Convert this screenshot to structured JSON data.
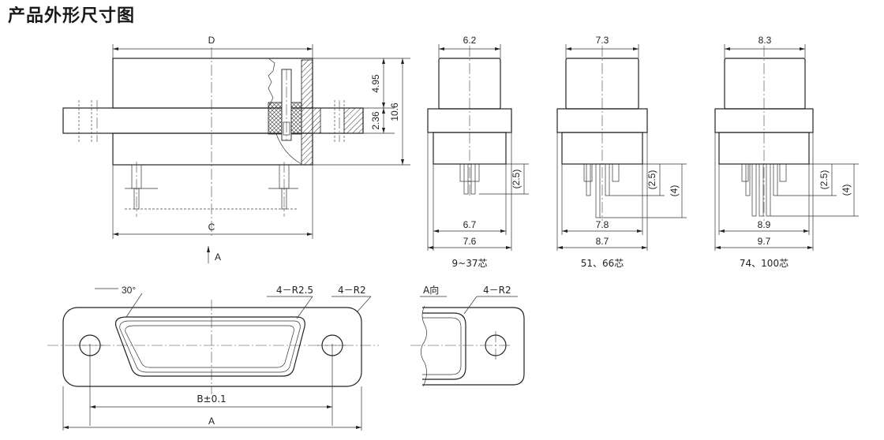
{
  "title": "产品外形尺寸图",
  "front": {
    "dim_top": "D",
    "dim_bottom": "C",
    "dim_495": "4.95",
    "dim_236": "2.36",
    "dim_106": "10.6",
    "view_arrow": "A"
  },
  "side_views": [
    {
      "top": "6.2",
      "mid": "6.7",
      "bottom": "7.6",
      "pin": "(2.5)",
      "pin2": "",
      "caption": "9~37芯"
    },
    {
      "top": "7.3",
      "mid": "7.8",
      "bottom": "8.7",
      "pin": "(2.5)",
      "pin2": "(4)",
      "caption": "51、66芯"
    },
    {
      "top": "8.3",
      "mid": "8.9",
      "bottom": "9.7",
      "pin": "(2.5)",
      "pin2": "(4)",
      "caption": "74、100芯"
    }
  ],
  "bottom": {
    "angle": "30°",
    "r25": "4－R2.5",
    "r2": "4－R2",
    "b_dim": "B±0.1",
    "a_dim": "A"
  },
  "aview": {
    "label": "A向",
    "r2": "4－R2"
  }
}
